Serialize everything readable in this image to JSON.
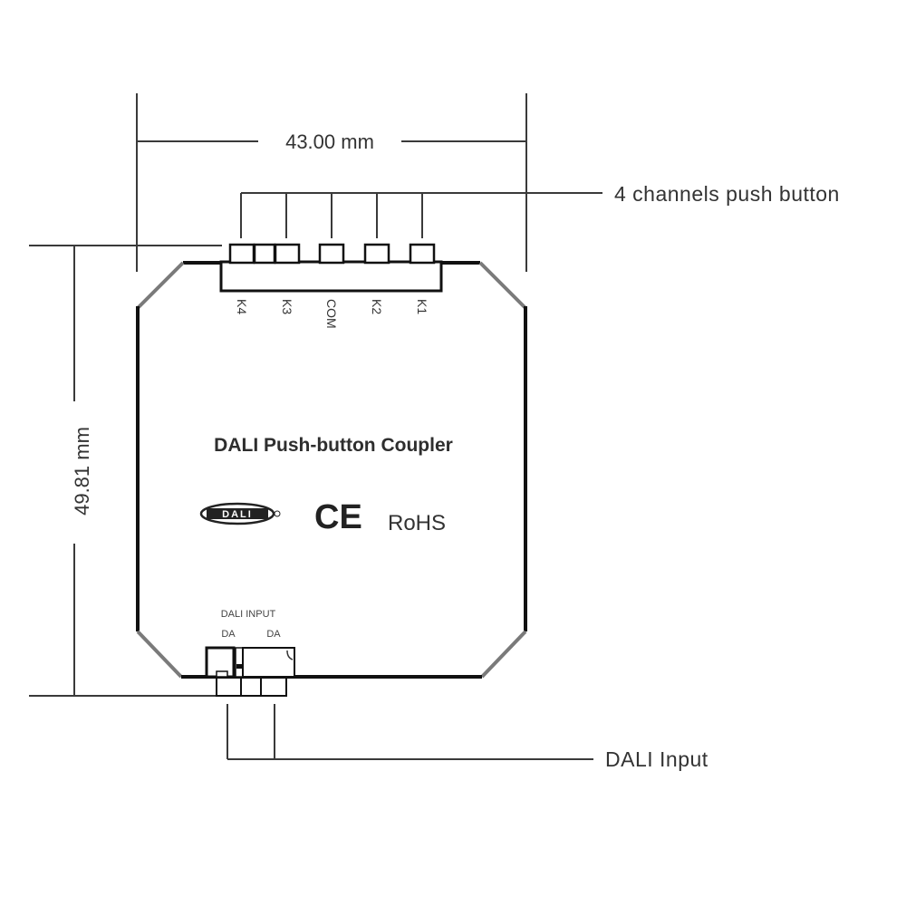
{
  "drawing": {
    "title": "DALI Push-button Coupler",
    "width_dimension": "43.00 mm",
    "height_dimension": "49.81 mm",
    "callouts": {
      "top": "4 channels push button",
      "bottom": "DALI Input"
    },
    "top_terminals": [
      "K4",
      "K3",
      "COM",
      "K2",
      "K1"
    ],
    "bottom_terminal_header": "DALI INPUT",
    "bottom_terminals": [
      "DA",
      "DA"
    ],
    "certifications": {
      "dali_logo": "DALI",
      "ce_mark": "CE",
      "rohs": "RoHS"
    },
    "colors": {
      "line": "#3a3a3a",
      "outline": "#111111",
      "chamfer": "#7a7a7a",
      "text": "#333333",
      "background": "#ffffff"
    }
  }
}
